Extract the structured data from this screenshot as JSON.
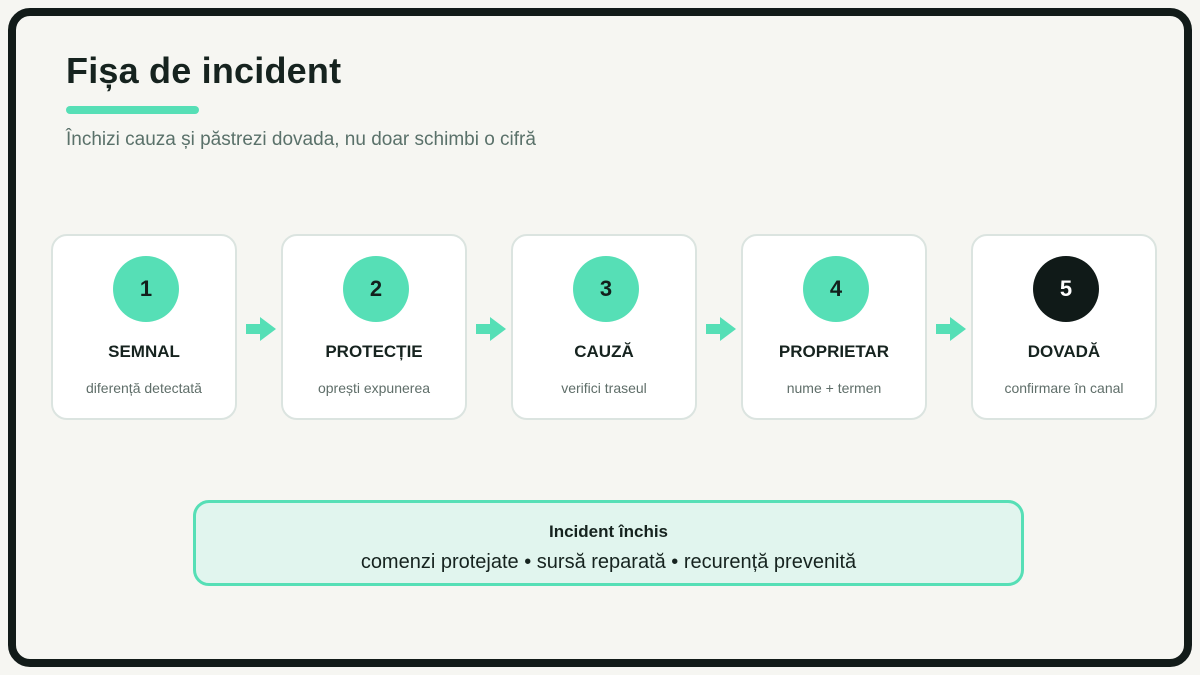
{
  "header": {
    "title": "Fișa de incident",
    "subtitle": "Închizi cauza și păstrezi dovada, nu doar schimbi o cifră"
  },
  "steps": [
    {
      "number": "1",
      "title": "SEMNAL",
      "description": "diferență detectată"
    },
    {
      "number": "2",
      "title": "PROTECȚIE",
      "description": "oprești expunerea"
    },
    {
      "number": "3",
      "title": "CAUZĂ",
      "description": "verifici traseul"
    },
    {
      "number": "4",
      "title": "PROPRIETAR",
      "description": "nume + termen"
    },
    {
      "number": "5",
      "title": "DOVADĂ",
      "description": "confirmare în canal"
    }
  ],
  "result": {
    "title": "Incident închis",
    "items": "comenzi protejate • sursă reparată • recurență prevenită"
  },
  "colors": {
    "accent": "#56dfb6",
    "dark": "#101a18",
    "background": "#f6f6f2"
  }
}
